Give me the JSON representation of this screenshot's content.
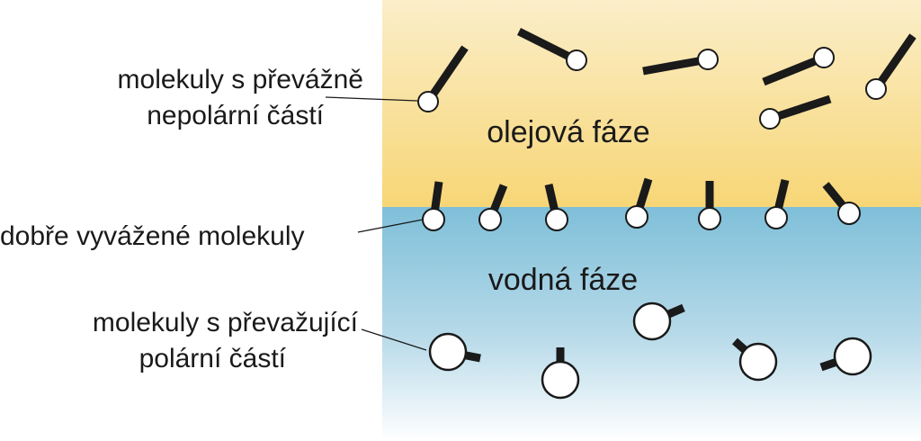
{
  "labels": {
    "nonpolar_line1": "molekuly s převážně",
    "nonpolar_line2": "nepolární částí",
    "balanced": "dobře vyvážené molekuly",
    "polar_line1": "molekuly s převažující",
    "polar_line2": "polární částí",
    "oil_phase": "olejová fáze",
    "water_phase": "vodná fáze"
  },
  "colors": {
    "oil_top": "#fbeec9",
    "oil_bottom": "#f7d676",
    "water_top": "#7fbfd9",
    "water_bottom": "#ffffff",
    "tail": "#1a1a1a",
    "head_fill": "#ffffff",
    "head_stroke": "#1a1a1a"
  }
}
